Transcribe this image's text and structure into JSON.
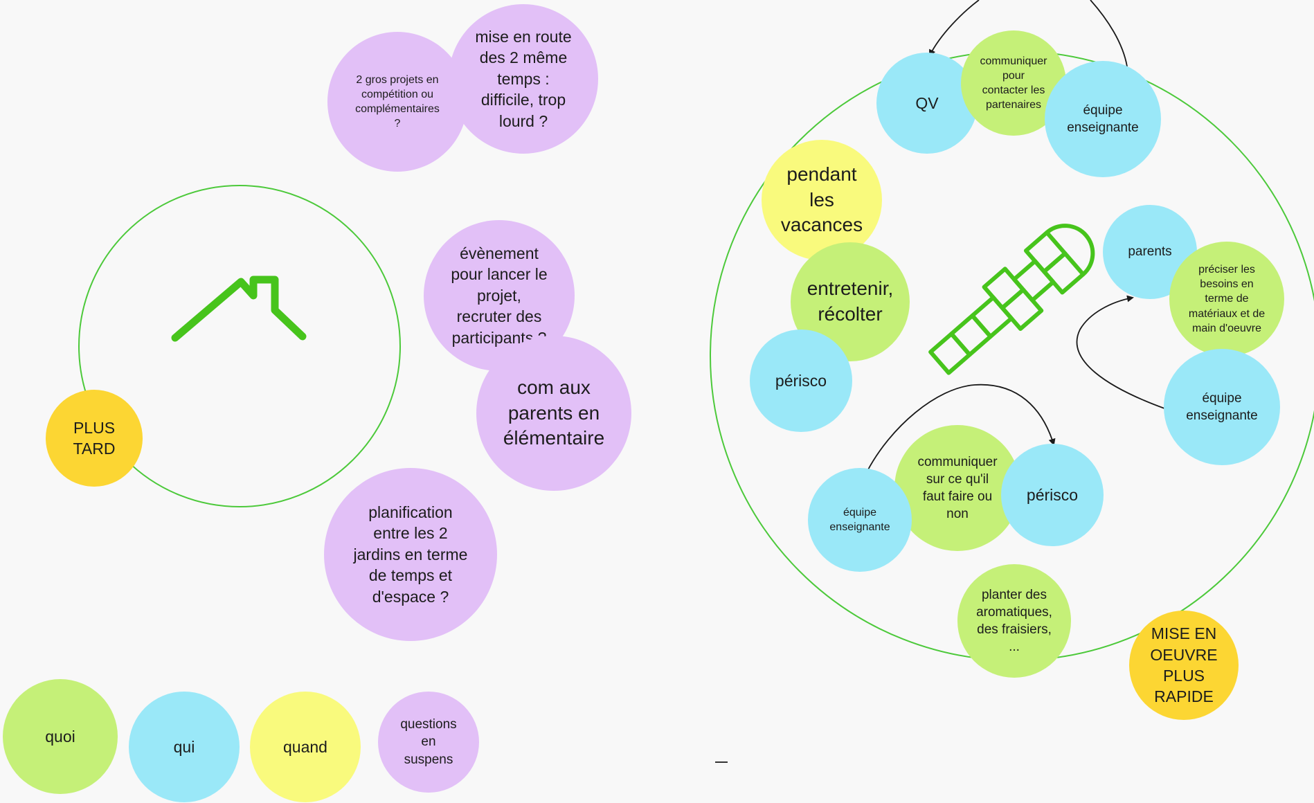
{
  "colors": {
    "green": "#c5f078",
    "blue": "#9ae8f8",
    "yellow": "#f9fa7d",
    "purple": "#e2c0f7",
    "orange": "#fcd633",
    "outline_green": "#4cc93a",
    "icon_green": "#47c41c"
  },
  "left_group": {
    "icon": "house-roof-icon",
    "plus_tard": "PLUS\nTARD"
  },
  "questions": {
    "gros_projets": "2 gros projets en\ncompétition ou\ncomplémentaires\n?",
    "mise_en_route": "mise en route\ndes 2 même\ntemps :\ndifficile, trop\nlourd ?",
    "evenement": "évènement\npour lancer le\nprojet,\nrecruter des\nparticipants ?",
    "com_parents": "com aux\nparents en\nélémentaire",
    "planification": "planification\nentre les 2\njardins en terme\nde temps et\nd'espace ?"
  },
  "right_group": {
    "icon": "hopscotch-icon",
    "qv": "QV",
    "communiquer_partenaires": "communiquer\npour\ncontacter les\npartenaires",
    "equipe_top": "équipe\nenseignante",
    "pendant_vacances": "pendant\nles\nvacances",
    "entretenir": "entretenir,\nrécolter",
    "perisco_left": "périsco",
    "parents": "parents",
    "preciser_besoins": "préciser les\nbesoins en\nterme de\nmatériaux et de\nmain d'oeuvre",
    "equipe_right": "équipe\nenseignante",
    "equipe_bottom": "équipe\nenseignante",
    "communiquer_faire": "communiquer\nsur ce qu'il\nfaut faire ou\nnon",
    "perisco_bottom": "périsco",
    "planter": "planter des\naromatiques,\ndes fraisiers,\n...",
    "mise_en_oeuvre": "MISE EN\nOEUVRE\nPLUS\nRAPIDE"
  },
  "legend": {
    "quoi": "quoi",
    "qui": "qui",
    "quand": "quand",
    "questions": "questions\nen\nsuspens"
  }
}
